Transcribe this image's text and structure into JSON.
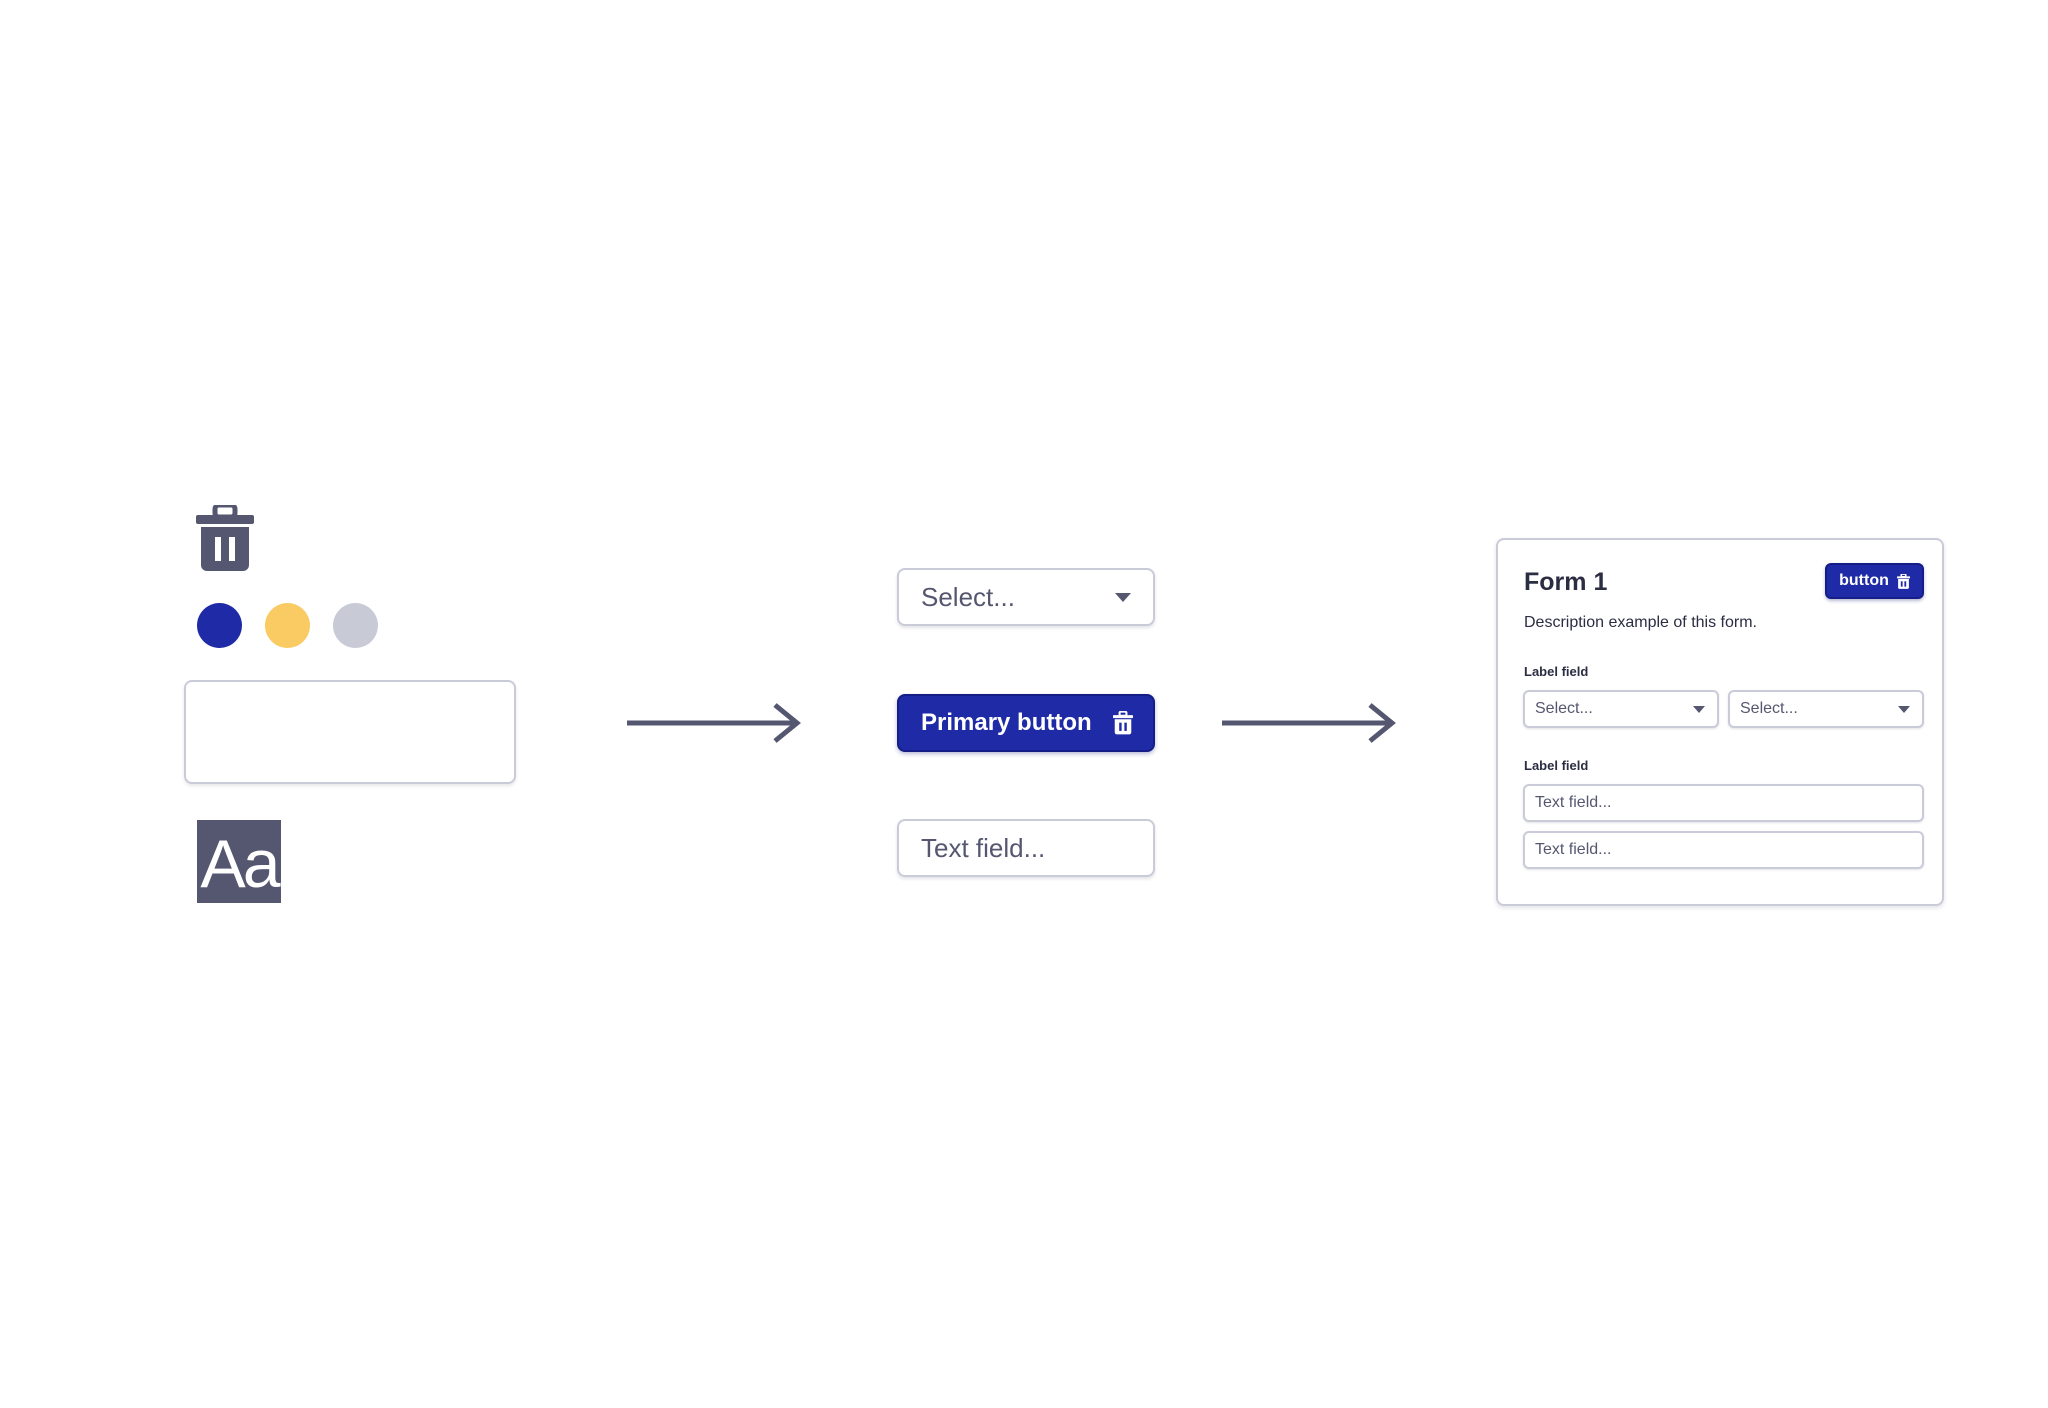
{
  "primitives": {
    "icon": "trash-icon",
    "swatches": [
      {
        "name": "primary-blue",
        "color": "#1e2aa6"
      },
      {
        "name": "accent-yellow",
        "color": "#f9cb62"
      },
      {
        "name": "neutral-gray",
        "color": "#c8cbd6"
      }
    ],
    "typography_sample": "Aa"
  },
  "components": {
    "select_placeholder": "Select...",
    "primary_button_label": "Primary button",
    "text_field_placeholder": "Text field..."
  },
  "form": {
    "title": "Form 1",
    "button_label": "button",
    "description": "Description example of this form.",
    "group1_label": "Label field",
    "select1_placeholder": "Select...",
    "select2_placeholder": "Select...",
    "group2_label": "Label field",
    "text1_placeholder": "Text field...",
    "text2_placeholder": "Text field..."
  },
  "colors": {
    "primary": "#1e2aa6",
    "accent": "#f9cb62",
    "neutral": "#c8cbd6",
    "icon": "#555770",
    "border": "#c9cbd9"
  }
}
